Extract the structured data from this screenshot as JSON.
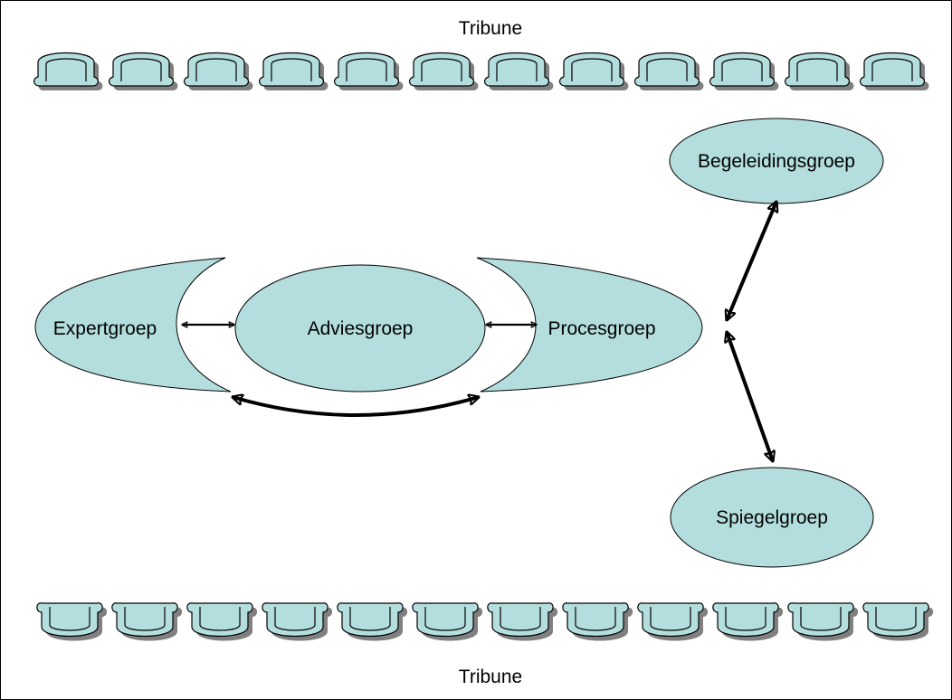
{
  "colors": {
    "group_fill": "#b4dede",
    "seat_fill": "#b4dede",
    "seat_shadow": "#808080",
    "line": "#000000",
    "background": "#ffffff"
  },
  "tribunes": {
    "top": {
      "label": "Tribune",
      "seat_count": 12,
      "orientation": "arch"
    },
    "bottom": {
      "label": "Tribune",
      "seat_count": 12,
      "orientation": "cup"
    }
  },
  "groups": {
    "expert": {
      "label": "Expertgroep"
    },
    "advies": {
      "label": "Adviesgroep"
    },
    "proces": {
      "label": "Procesgroep"
    },
    "begeleiding": {
      "label": "Begeleidingsgroep"
    },
    "spiegel": {
      "label": "Spiegelgroep"
    }
  },
  "connections": [
    {
      "from": "Expertgroep",
      "to": "Adviesgroep",
      "direction": "both"
    },
    {
      "from": "Adviesgroep",
      "to": "Procesgroep",
      "direction": "both"
    },
    {
      "from": "Expertgroep",
      "to": "Procesgroep",
      "direction": "both"
    },
    {
      "from": "Procesgroep",
      "to": "Begeleidingsgroep",
      "direction": "both"
    },
    {
      "from": "Procesgroep",
      "to": "Spiegelgroep",
      "direction": "both"
    }
  ]
}
